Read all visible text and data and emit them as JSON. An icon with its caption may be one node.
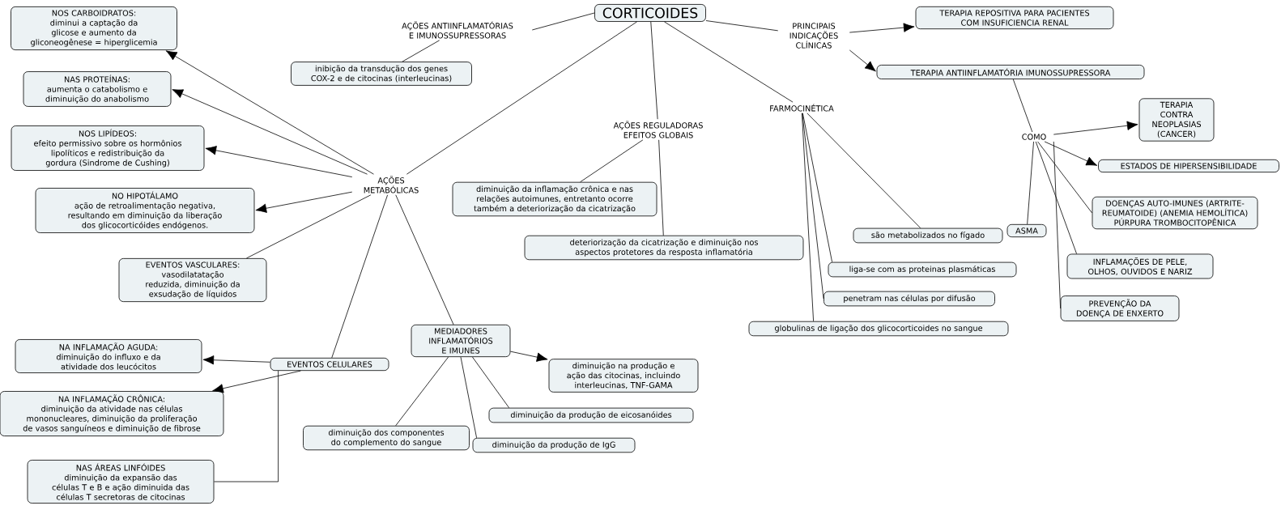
{
  "diagram": {
    "nodes": [
      {
        "text": [
          "CORTICOIDES"
        ]
      },
      {
        "text": [
          "AÇÕES ANTIINFLAMATÓRIAS E IMUNOSSUPRESSORAS"
        ]
      },
      {
        "text": [
          "inibição da transdução dos genes COX-2 e de citocinas (interleucinas)"
        ]
      },
      {
        "text": [
          "PRINCIPAIS INDICAÇÕES CLÍNICAS"
        ]
      },
      {
        "text": [
          "TERAPIA REPOSITIVA PARA PACIENTES COM INSUFICIENCIA RENAL"
        ]
      },
      {
        "text": [
          "TERAPIA ANTIINFLAMATÓRIA  IMUNOSSUPRESSORA"
        ]
      },
      {
        "text": [
          "COMO"
        ]
      },
      {
        "text": [
          "TERAPIA CONTRA NEOPLASIAS (CANCER)"
        ]
      },
      {
        "text": [
          "ESTADOS DE HIPERSENSIBILIDADE"
        ]
      },
      {
        "text": [
          "DOENÇAS AUTO-IMUNES (ARTRITE-REUMATOIDE) (ANEMIA HEMOLÍTICA) PÚRPURA TROMBOCITOPÊNICA"
        ]
      },
      {
        "text": [
          "ASMA"
        ]
      },
      {
        "text": [
          "INFLAMAÇÕES DE PELE, OLHOS, OUVIDOS E NARIZ"
        ]
      },
      {
        "text": [
          "PREVENÇÃO DA DOENÇA DE ENXERTO"
        ]
      },
      {
        "text": [
          "AÇÕES METABÓLICAS"
        ]
      },
      {
        "text": [
          "NOS CARBOIDRATOS:",
          "diminui a captação da glicose e aumento da gliconeogênese = hiperglicemia"
        ]
      },
      {
        "text": [
          "NAS PROTEÍNAS:",
          "aumenta o catabolismo e diminuição do anabolismo"
        ]
      },
      {
        "text": [
          "NOS LIPÍDEOS:",
          "efeito permissivo sobre os hormônios lipolíticos e redistribuição da gordura (Sindrome de Cushing)"
        ]
      },
      {
        "text": [
          "NO HIPOTÁLAMO",
          "ação de retroalimentação negativa, resultando em diminuição da liberação dos glicocorticóides endógenos."
        ]
      },
      {
        "text": [
          "EVENTOS VASCULARES:",
          "vasodilatatação reduzida, diminuição da exsudação de líquidos"
        ]
      },
      {
        "text": [
          "EVENTOS CELULARES"
        ]
      },
      {
        "text": [
          "NA INFLAMAÇÃO AGUDA:",
          "diminuição do influxo e da atividade dos leucócitos"
        ]
      },
      {
        "text": [
          "NA INFLAMAÇÃO CRÔNICA:",
          "diminuição da atividade nas células mononucleares, diminuição da proliferação de vasos sanguíneos e diminuição de fibrose"
        ]
      },
      {
        "text": [
          "NAS ÁREAS LINFÓIDES",
          "diminuição da expansão das células T e B e ação diminuida das células T secretoras de citocinas"
        ]
      },
      {
        "text": [
          "MEDIADORES INFLAMATÓRIOS E IMUNES"
        ]
      },
      {
        "text": [
          "diminuição na produção e ação das citocinas, incluindo interleucinas, TNF-GAMA"
        ]
      },
      {
        "text": [
          "diminuição dos componentes do complemento do sangue"
        ]
      },
      {
        "text": [
          "diminuição da produção de eicosanóides"
        ]
      },
      {
        "text": [
          "diminuição da produção de IgG"
        ]
      },
      {
        "text": [
          "AÇÕES REGULADORAS EFEITOS GLOBAIS"
        ]
      },
      {
        "text": [
          "diminuição da inflamação crônica e nas relações autoimunes, entretanto ocorre também a deteriorização da cicatrização"
        ]
      },
      {
        "text": [
          "deteriorização da cicatrização e diminuição nos aspectos protetores da resposta inflamatória"
        ]
      },
      {
        "text": [
          "FARMOCINÉTICA"
        ]
      },
      {
        "text": [
          "são metabolizados no fígado"
        ]
      },
      {
        "text": [
          "liga-se com as proteinas plasmáticas"
        ]
      },
      {
        "text": [
          "penetram nas células por difusão"
        ]
      },
      {
        "text": [
          "globulinas de ligação dos glicocorticoides no sangue"
        ]
      }
    ],
    "edges": [
      {
        "from": 0,
        "to": 1,
        "arrow": "none"
      },
      {
        "from": 1,
        "to": 2,
        "arrow": "none"
      },
      {
        "from": 0,
        "to": 3,
        "arrow": "none"
      },
      {
        "from": 3,
        "to": 4,
        "arrow": "to"
      },
      {
        "from": 3,
        "to": 5,
        "arrow": "to"
      },
      {
        "from": 5,
        "to": 6,
        "arrow": "none"
      },
      {
        "from": 6,
        "to": 7,
        "arrow": "to"
      },
      {
        "from": 6,
        "to": 8,
        "arrow": "to"
      },
      {
        "from": 6,
        "to": 9,
        "arrow": "none"
      },
      {
        "from": 6,
        "to": 10,
        "arrow": "none"
      },
      {
        "from": 6,
        "to": 11,
        "arrow": "none"
      },
      {
        "from": 6,
        "to": 12,
        "arrow": "none"
      },
      {
        "from": 0,
        "to": 13,
        "arrow": "none"
      },
      {
        "from": 13,
        "to": 14,
        "arrow": "to"
      },
      {
        "from": 13,
        "to": 15,
        "arrow": "to"
      },
      {
        "from": 13,
        "to": 16,
        "arrow": "to"
      },
      {
        "from": 13,
        "to": 17,
        "arrow": "to"
      },
      {
        "from": 13,
        "to": 18,
        "arrow": "none"
      },
      {
        "from": 13,
        "to": 19,
        "arrow": "none"
      },
      {
        "from": 13,
        "to": 23,
        "arrow": "none"
      },
      {
        "from": 19,
        "to": 20,
        "arrow": "to"
      },
      {
        "from": 19,
        "to": 21,
        "arrow": "to"
      },
      {
        "from": 19,
        "to": 22,
        "arrow": "none"
      },
      {
        "from": 23,
        "to": 24,
        "arrow": "to"
      },
      {
        "from": 23,
        "to": 25,
        "arrow": "none"
      },
      {
        "from": 23,
        "to": 26,
        "arrow": "none"
      },
      {
        "from": 23,
        "to": 27,
        "arrow": "none"
      },
      {
        "from": 0,
        "to": 28,
        "arrow": "none"
      },
      {
        "from": 28,
        "to": 29,
        "arrow": "none"
      },
      {
        "from": 28,
        "to": 30,
        "arrow": "none"
      },
      {
        "from": 0,
        "to": 31,
        "arrow": "none"
      },
      {
        "from": 31,
        "to": 32,
        "arrow": "none"
      },
      {
        "from": 31,
        "to": 33,
        "arrow": "none"
      },
      {
        "from": 31,
        "to": 34,
        "arrow": "none"
      },
      {
        "from": 31,
        "to": 35,
        "arrow": "none"
      }
    ]
  }
}
